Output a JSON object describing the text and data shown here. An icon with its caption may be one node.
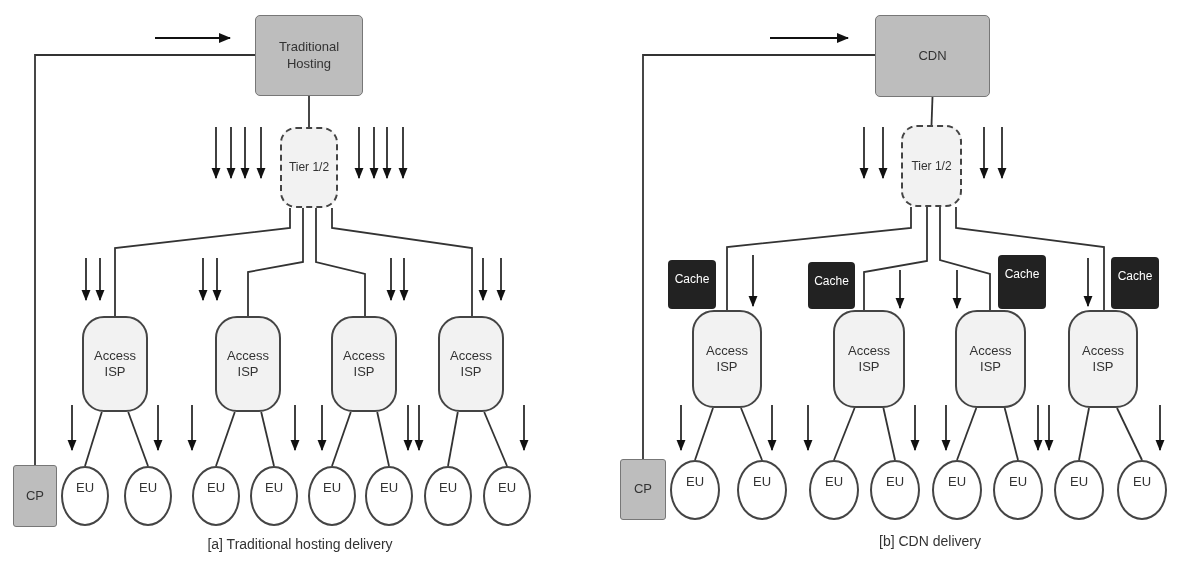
{
  "diagram": {
    "nodes": [
      {
        "text": [
          "Traditional Hosting"
        ]
      },
      {
        "text": [
          "Tier 1/2"
        ]
      },
      {
        "text": [
          "Access ISP"
        ]
      },
      {
        "text": [
          "Access ISP"
        ]
      },
      {
        "text": [
          "Access ISP"
        ]
      },
      {
        "text": [
          "Access ISP"
        ]
      },
      {
        "text": [
          "CP"
        ]
      },
      {
        "text": [
          "EU"
        ]
      },
      {
        "text": [
          "EU"
        ]
      },
      {
        "text": [
          "EU"
        ]
      },
      {
        "text": [
          "EU"
        ]
      },
      {
        "text": [
          "EU"
        ]
      },
      {
        "text": [
          "EU"
        ]
      },
      {
        "text": [
          "EU"
        ]
      },
      {
        "text": [
          "EU"
        ]
      },
      {
        "text": [
          "CDN"
        ]
      },
      {
        "text": [
          "Tier 1/2"
        ]
      },
      {
        "text": [
          "Cache"
        ]
      },
      {
        "text": [
          "Cache"
        ]
      },
      {
        "text": [
          "Cache"
        ]
      },
      {
        "text": [
          "Cache"
        ]
      },
      {
        "text": [
          "Access ISP"
        ]
      },
      {
        "text": [
          "Access ISP"
        ]
      },
      {
        "text": [
          "Access ISP"
        ]
      },
      {
        "text": [
          "Access ISP"
        ]
      },
      {
        "text": [
          "CP"
        ]
      },
      {
        "text": [
          "EU"
        ]
      },
      {
        "text": [
          "EU"
        ]
      },
      {
        "text": [
          "EU"
        ]
      },
      {
        "text": [
          "EU"
        ]
      },
      {
        "text": [
          "EU"
        ]
      },
      {
        "text": [
          "EU"
        ]
      },
      {
        "text": [
          "EU"
        ]
      },
      {
        "text": [
          "EU"
        ]
      }
    ],
    "edges": [
      {
        "from": 6,
        "to": 0,
        "arrow": "none"
      },
      {
        "from": 0,
        "to": 1,
        "arrow": "none"
      },
      {
        "from": 1,
        "to": 2,
        "arrow": "none"
      },
      {
        "from": 1,
        "to": 3,
        "arrow": "none"
      },
      {
        "from": 1,
        "to": 4,
        "arrow": "none"
      },
      {
        "from": 1,
        "to": 5,
        "arrow": "none"
      },
      {
        "from": 2,
        "to": 7,
        "arrow": "none"
      },
      {
        "from": 2,
        "to": 8,
        "arrow": "none"
      },
      {
        "from": 3,
        "to": 9,
        "arrow": "none"
      },
      {
        "from": 3,
        "to": 10,
        "arrow": "none"
      },
      {
        "from": 4,
        "to": 11,
        "arrow": "none"
      },
      {
        "from": 4,
        "to": 12,
        "arrow": "none"
      },
      {
        "from": 5,
        "to": 13,
        "arrow": "none"
      },
      {
        "from": 5,
        "to": 14,
        "arrow": "none"
      },
      {
        "from": 25,
        "to": 15,
        "arrow": "none"
      },
      {
        "from": 15,
        "to": 16,
        "arrow": "none"
      },
      {
        "from": 16,
        "to": 21,
        "arrow": "none"
      },
      {
        "from": 16,
        "to": 22,
        "arrow": "none"
      },
      {
        "from": 16,
        "to": 23,
        "arrow": "none"
      },
      {
        "from": 16,
        "to": 24,
        "arrow": "none"
      },
      {
        "from": 21,
        "to": 26,
        "arrow": "none"
      },
      {
        "from": 21,
        "to": 27,
        "arrow": "none"
      },
      {
        "from": 22,
        "to": 28,
        "arrow": "none"
      },
      {
        "from": 22,
        "to": 29,
        "arrow": "none"
      },
      {
        "from": 23,
        "to": 30,
        "arrow": "none"
      },
      {
        "from": 23,
        "to": 31,
        "arrow": "none"
      },
      {
        "from": 24,
        "to": 32,
        "arrow": "none"
      },
      {
        "from": 24,
        "to": 33,
        "arrow": "none"
      }
    ],
    "labels": [
      "[a] Traditional hosting delivery",
      "[b] CDN delivery"
    ]
  }
}
